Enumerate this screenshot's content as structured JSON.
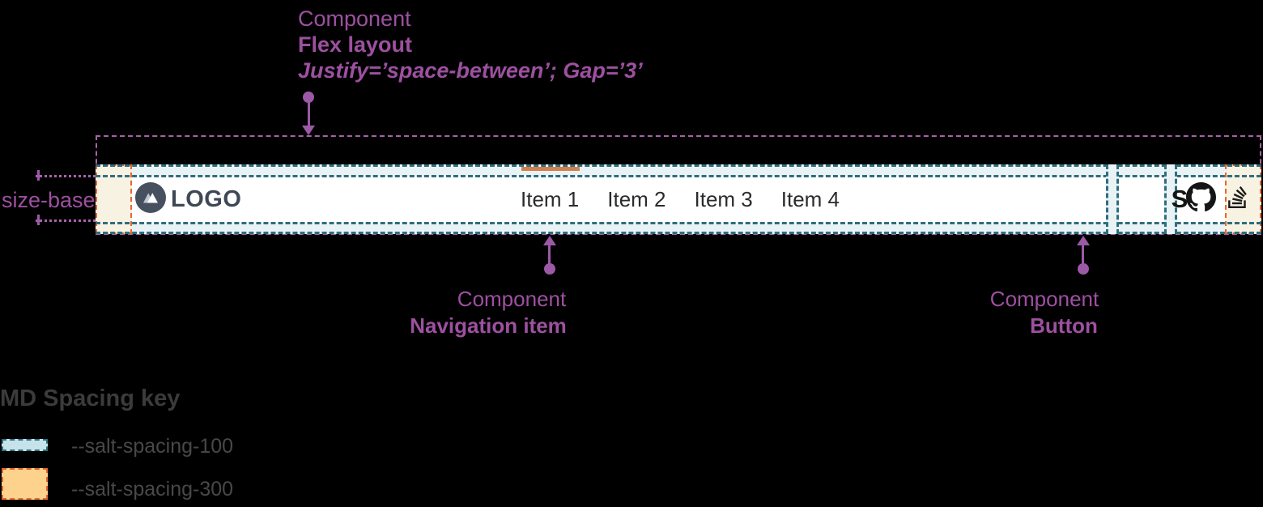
{
  "annotations": {
    "flex_layout": {
      "eyebrow": "Component",
      "title": "Flex layout",
      "detail": "Justify=’space-between’; Gap=’3’"
    },
    "size_base_label": "size-base",
    "navigation_item": {
      "eyebrow": "Component",
      "title": "Navigation item"
    },
    "button": {
      "eyebrow": "Component",
      "title": "Button"
    }
  },
  "navbar": {
    "logo_text": "LOGO",
    "items": [
      {
        "label": "Item 1",
        "active": true
      },
      {
        "label": "Item 2",
        "active": false
      },
      {
        "label": "Item 3",
        "active": false
      },
      {
        "label": "Item 4",
        "active": false
      }
    ],
    "actions": [
      {
        "icon": "s-logo-icon",
        "glyph": "S"
      },
      {
        "icon": "stackoverflow-icon"
      },
      {
        "icon": "github-icon"
      }
    ]
  },
  "legend": {
    "title": "MD Spacing key",
    "items": [
      {
        "token": "--salt-spacing-100",
        "fill": "#c6e2eb",
        "border": "#2e6e7e"
      },
      {
        "token": "--salt-spacing-300",
        "fill": "#fdd28d",
        "border": "#e8662f"
      }
    ]
  },
  "colors": {
    "annotation_purple": "#9d50a0",
    "spacing_100_teal": "#2e6e7e",
    "spacing_100_fill": "#e9f3f6",
    "spacing_300_orange": "#e8662f",
    "spacing_300_fill": "#f8f2e3",
    "active_indicator_orange": "#d2804d",
    "navbar_background": "#ffffff",
    "page_background": "#000000"
  }
}
